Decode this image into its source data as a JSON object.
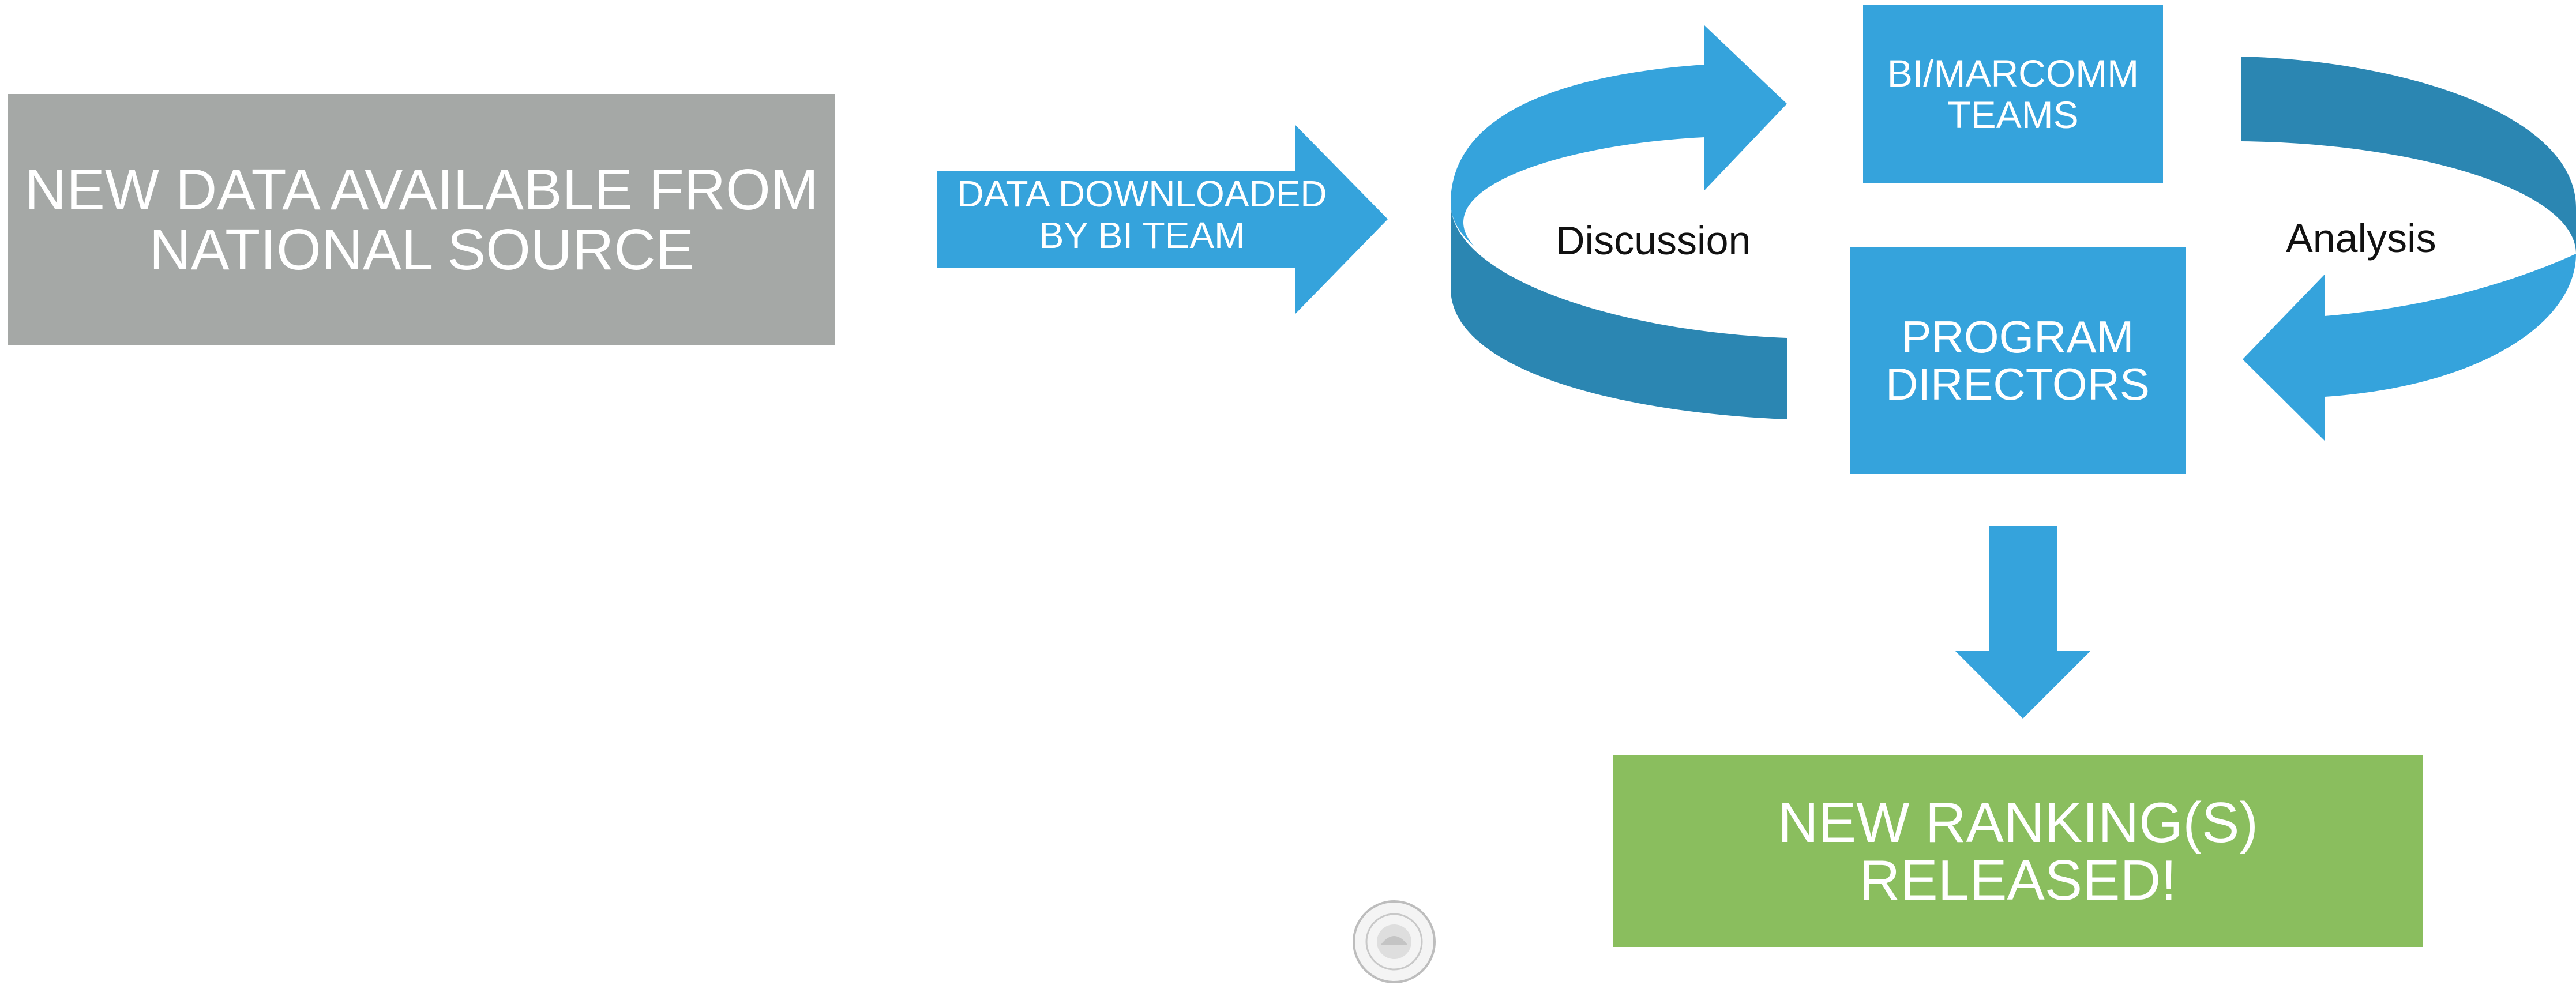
{
  "source_box": {
    "line1": "NEW DATA AVAILABLE FROM",
    "line2": "NATIONAL SOURCE"
  },
  "download_arrow": {
    "line1": "DATA DOWNLOADED",
    "line2": "BY BI TEAM"
  },
  "teams_box": {
    "line1": "BI/MARCOMM",
    "line2": "TEAMS"
  },
  "directors_box": {
    "line1": "PROGRAM",
    "line2": "DIRECTORS"
  },
  "cycle": {
    "left_label": "Discussion",
    "right_label": "Analysis"
  },
  "release_box": {
    "label": "NEW RANKING(S) RELEASED!"
  },
  "colors": {
    "gray_box": "#a5a8a6",
    "blue": "#35a3dc",
    "blue_dark": "#2b86b2",
    "green_box": "#8abe5e"
  },
  "icons": {
    "seal": "state-seal-icon"
  }
}
